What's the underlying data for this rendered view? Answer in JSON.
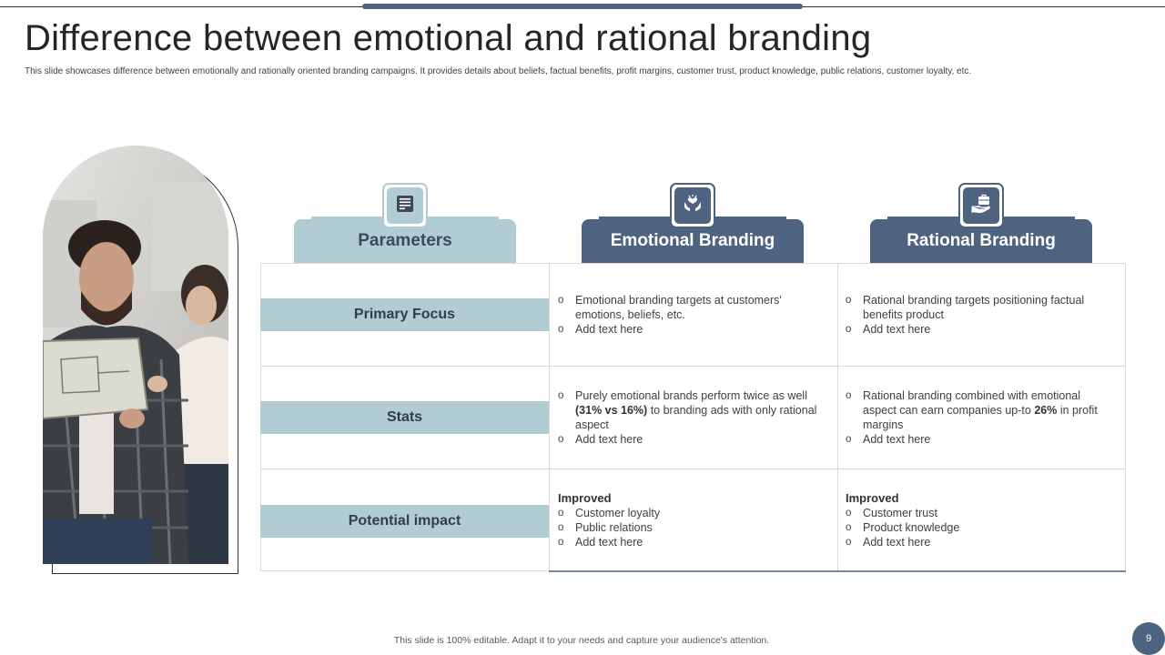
{
  "slide": {
    "title": "Difference between emotional and rational branding",
    "subtitle": "This slide showcases difference between emotionally and rationally oriented branding campaigns. It provides details about beliefs, factual benefits, profit margins, customer trust, product knowledge, public relations, customer loyalty, etc.",
    "footer": "This slide is 100% editable.  Adapt it to your needs and capture your audience's attention.",
    "page_number": "9"
  },
  "headers": {
    "parameters": "Parameters",
    "emotional": "Emotional Branding",
    "rational": "Rational Branding"
  },
  "icons": {
    "parameters": "checklist-icon",
    "emotional": "hands-heart-icon",
    "rational": "hand-briefcase-icon"
  },
  "rows": [
    {
      "label": "Primary Focus",
      "emotional": {
        "b1": "Emotional branding targets at customers' emotions, beliefs, etc.",
        "b2": "Add text here"
      },
      "rational": {
        "b1": "Rational branding targets positioning factual benefits product",
        "b2": "Add text here"
      }
    },
    {
      "label": "Stats",
      "emotional": {
        "b1_pre": "Purely emotional brands perform twice as well ",
        "b1_bold": "(31%  vs 16%)",
        "b1_post": " to branding ads with only rational aspect",
        "b2": "Add text here"
      },
      "rational": {
        "b1_pre": "Rational branding combined with emotional aspect can earn companies up-to ",
        "b1_bold": "26%",
        "b1_post": "  in profit margins",
        "b2": "Add text here"
      }
    },
    {
      "label": "Potential impact",
      "emotional": {
        "head": "Improved",
        "b1": "Customer loyalty",
        "b2": "Public relations",
        "b3": "Add text here"
      },
      "rational": {
        "head": "Improved",
        "b1": "Customer trust",
        "b2": "Product knowledge",
        "b3": "Add text here"
      }
    }
  ],
  "colors": {
    "accent_dark": "#4d6380",
    "accent_light": "#b1cdd3"
  }
}
